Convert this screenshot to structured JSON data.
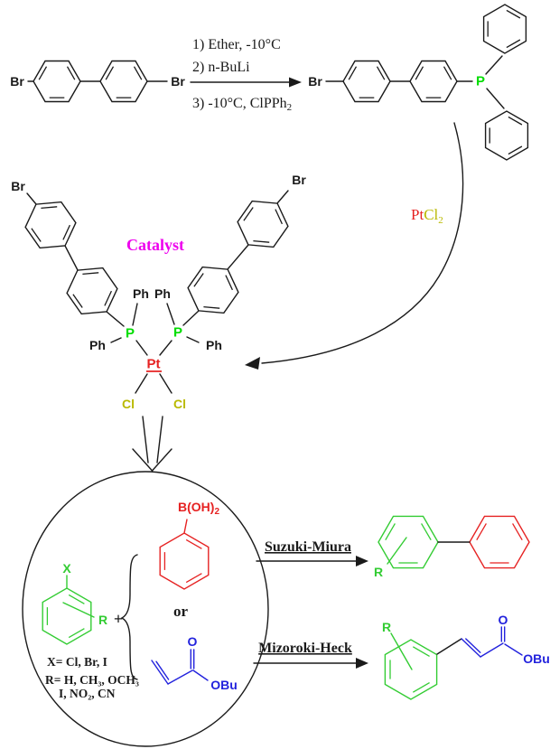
{
  "colors": {
    "black": "#1a1a1a",
    "green": "#33cc33",
    "p_green": "#00dd00",
    "red": "#e62222",
    "blue": "#2222dd",
    "olive": "#b9b900",
    "magenta": "#ee00ee"
  },
  "labels": {
    "br": "Br",
    "p": "P",
    "ph": "Ph",
    "pt": "Pt",
    "cl": "Cl",
    "x": "X",
    "r": "R",
    "o": "O",
    "obu": "OBu",
    "plus": "+",
    "or": "or",
    "boh_main": "B(OH)",
    "boh_sub": "2",
    "ptcl2_pt": "Pt",
    "ptcl2_cl": "Cl",
    "ptcl2_sub": "2",
    "catalyst": "Catalyst"
  },
  "conditions": {
    "line1": "1) Ether, -10°C",
    "line2": "2) n-BuLi",
    "line3_main": "3) -10°C, ClPPh",
    "line3_sub": "2"
  },
  "legend": {
    "x_line": "X= Cl, Br, I",
    "r_line1": "R= H, CH₃, OCH₃",
    "r_line2": "I, NO₂, CN"
  },
  "reactions": {
    "suzuki": "Suzuki-Miura",
    "heck": "Mizoroki-Heck"
  }
}
